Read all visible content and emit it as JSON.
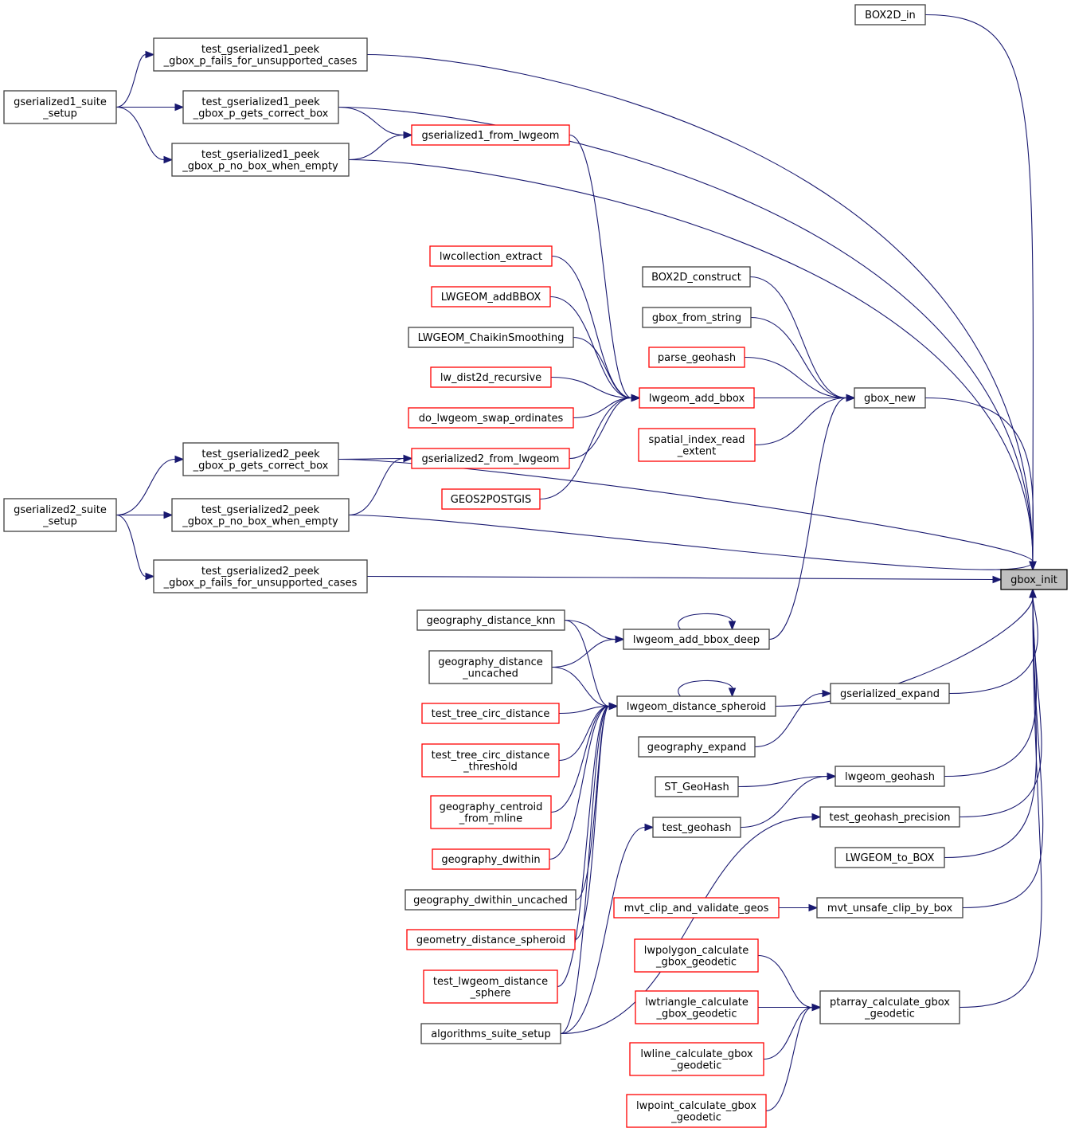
{
  "graph": {
    "title": "gbox_init call graph",
    "root": "gbox_init",
    "colors": {
      "edge": "#191970",
      "documented_border": "#404040",
      "undocumented_border": "#ff0000",
      "root_fill": "#bfbfbf"
    },
    "nodes": [
      {
        "id": "gbox_init",
        "label": [
          "gbox_init"
        ],
        "style": "root"
      },
      {
        "id": "BOX2D_in",
        "label": [
          "BOX2D_in"
        ],
        "style": "black"
      },
      {
        "id": "t1_fails",
        "label": [
          "test_gserialized1_peek",
          "_gbox_p_fails_for_unsupported_cases"
        ],
        "style": "black"
      },
      {
        "id": "gs1_setup",
        "label": [
          "gserialized1_suite",
          "_setup"
        ],
        "style": "black"
      },
      {
        "id": "t1_gets",
        "label": [
          "test_gserialized1_peek",
          "_gbox_p_gets_correct_box"
        ],
        "style": "black"
      },
      {
        "id": "t1_nobox",
        "label": [
          "test_gserialized1_peek",
          "_gbox_p_no_box_when_empty"
        ],
        "style": "black"
      },
      {
        "id": "gs1_from",
        "label": [
          "gserialized1_from_lwgeom"
        ],
        "style": "red"
      },
      {
        "id": "lwcoll_extract",
        "label": [
          "lwcollection_extract"
        ],
        "style": "red"
      },
      {
        "id": "LW_addBBOX",
        "label": [
          "LWGEOM_addBBOX"
        ],
        "style": "red"
      },
      {
        "id": "LW_chaikin",
        "label": [
          "LWGEOM_ChaikinSmoothing"
        ],
        "style": "black"
      },
      {
        "id": "lw_dist2d",
        "label": [
          "lw_dist2d_recursive"
        ],
        "style": "red"
      },
      {
        "id": "do_swap",
        "label": [
          "do_lwgeom_swap_ordinates"
        ],
        "style": "red"
      },
      {
        "id": "gs2_from",
        "label": [
          "gserialized2_from_lwgeom"
        ],
        "style": "red"
      },
      {
        "id": "GEOS2PG",
        "label": [
          "GEOS2POSTGIS"
        ],
        "style": "red"
      },
      {
        "id": "BOX2D_construct",
        "label": [
          "BOX2D_construct"
        ],
        "style": "black"
      },
      {
        "id": "gbox_from_string",
        "label": [
          "gbox_from_string"
        ],
        "style": "black"
      },
      {
        "id": "parse_geohash",
        "label": [
          "parse_geohash"
        ],
        "style": "red"
      },
      {
        "id": "lw_add_bbox",
        "label": [
          "lwgeom_add_bbox"
        ],
        "style": "red"
      },
      {
        "id": "sp_idx",
        "label": [
          "spatial_index_read",
          "_extent"
        ],
        "style": "red"
      },
      {
        "id": "gbox_new",
        "label": [
          "gbox_new"
        ],
        "style": "black"
      },
      {
        "id": "t2_gets",
        "label": [
          "test_gserialized2_peek",
          "_gbox_p_gets_correct_box"
        ],
        "style": "black"
      },
      {
        "id": "gs2_setup",
        "label": [
          "gserialized2_suite",
          "_setup"
        ],
        "style": "black"
      },
      {
        "id": "t2_nobox",
        "label": [
          "test_gserialized2_peek",
          "_gbox_p_no_box_when_empty"
        ],
        "style": "black"
      },
      {
        "id": "t2_fails",
        "label": [
          "test_gserialized2_peek",
          "_gbox_p_fails_for_unsupported_cases"
        ],
        "style": "black"
      },
      {
        "id": "geog_knn",
        "label": [
          "geography_distance_knn"
        ],
        "style": "black"
      },
      {
        "id": "lw_bbox_deep",
        "label": [
          "lwgeom_add_bbox_deep"
        ],
        "style": "black"
      },
      {
        "id": "geog_uncached",
        "label": [
          "geography_distance",
          "_uncached"
        ],
        "style": "black"
      },
      {
        "id": "lw_dist_sph",
        "label": [
          "lwgeom_distance_spheroid"
        ],
        "style": "black"
      },
      {
        "id": "tree_circ",
        "label": [
          "test_tree_circ_distance"
        ],
        "style": "red"
      },
      {
        "id": "tree_circ_thr",
        "label": [
          "test_tree_circ_distance",
          "_threshold"
        ],
        "style": "red"
      },
      {
        "id": "geog_centroid",
        "label": [
          "geography_centroid",
          "_from_mline"
        ],
        "style": "red"
      },
      {
        "id": "geog_dwithin",
        "label": [
          "geography_dwithin"
        ],
        "style": "red"
      },
      {
        "id": "geog_dwithin_unc",
        "label": [
          "geography_dwithin_uncached"
        ],
        "style": "black"
      },
      {
        "id": "geom_dist_sph",
        "label": [
          "geometry_distance_spheroid"
        ],
        "style": "red"
      },
      {
        "id": "t_lw_dist_sphere",
        "label": [
          "test_lwgeom_distance",
          "_sphere"
        ],
        "style": "red"
      },
      {
        "id": "alg_setup",
        "label": [
          "algorithms_suite_setup"
        ],
        "style": "black"
      },
      {
        "id": "gs_expand",
        "label": [
          "gserialized_expand"
        ],
        "style": "black"
      },
      {
        "id": "geog_expand",
        "label": [
          "geography_expand"
        ],
        "style": "black"
      },
      {
        "id": "ST_GeoHash",
        "label": [
          "ST_GeoHash"
        ],
        "style": "black"
      },
      {
        "id": "lw_geohash",
        "label": [
          "lwgeom_geohash"
        ],
        "style": "black"
      },
      {
        "id": "test_geohash",
        "label": [
          "test_geohash"
        ],
        "style": "black"
      },
      {
        "id": "t_geohash_prec",
        "label": [
          "test_geohash_precision"
        ],
        "style": "black"
      },
      {
        "id": "LW_to_BOX",
        "label": [
          "LWGEOM_to_BOX"
        ],
        "style": "black"
      },
      {
        "id": "mvt_clip_geos",
        "label": [
          "mvt_clip_and_validate_geos"
        ],
        "style": "red"
      },
      {
        "id": "mvt_unsafe",
        "label": [
          "mvt_unsafe_clip_by_box"
        ],
        "style": "black"
      },
      {
        "id": "lwpoly_gbox",
        "label": [
          "lwpolygon_calculate",
          "_gbox_geodetic"
        ],
        "style": "red"
      },
      {
        "id": "lwtri_gbox",
        "label": [
          "lwtriangle_calculate",
          "_gbox_geodetic"
        ],
        "style": "red"
      },
      {
        "id": "lwline_gbox",
        "label": [
          "lwline_calculate_gbox",
          "_geodetic"
        ],
        "style": "red"
      },
      {
        "id": "lwpoint_gbox",
        "label": [
          "lwpoint_calculate_gbox",
          "_geodetic"
        ],
        "style": "red"
      },
      {
        "id": "ptarray_gbox",
        "label": [
          "ptarray_calculate_gbox",
          "_geodetic"
        ],
        "style": "black"
      }
    ],
    "edges": [
      [
        "BOX2D_in",
        "gbox_init"
      ],
      [
        "t1_fails",
        "gbox_init"
      ],
      [
        "t1_gets",
        "gbox_init"
      ],
      [
        "t1_nobox",
        "gbox_init"
      ],
      [
        "t2_gets",
        "gbox_init"
      ],
      [
        "t2_nobox",
        "gbox_init"
      ],
      [
        "t2_fails",
        "gbox_init"
      ],
      [
        "gbox_new",
        "gbox_init"
      ],
      [
        "lw_dist_sph",
        "gbox_init"
      ],
      [
        "gs_expand",
        "gbox_init"
      ],
      [
        "lw_geohash",
        "gbox_init"
      ],
      [
        "t_geohash_prec",
        "gbox_init"
      ],
      [
        "LW_to_BOX",
        "gbox_init"
      ],
      [
        "mvt_unsafe",
        "gbox_init"
      ],
      [
        "ptarray_gbox",
        "gbox_init"
      ],
      [
        "gs1_setup",
        "t1_fails"
      ],
      [
        "gs1_setup",
        "t1_gets"
      ],
      [
        "gs1_setup",
        "t1_nobox"
      ],
      [
        "t1_gets",
        "gs1_from"
      ],
      [
        "t1_nobox",
        "gs1_from"
      ],
      [
        "gs1_from",
        "lw_add_bbox"
      ],
      [
        "lwcoll_extract",
        "lw_add_bbox"
      ],
      [
        "LW_addBBOX",
        "lw_add_bbox"
      ],
      [
        "LW_chaikin",
        "lw_add_bbox"
      ],
      [
        "lw_dist2d",
        "lw_add_bbox"
      ],
      [
        "do_swap",
        "lw_add_bbox"
      ],
      [
        "gs2_from",
        "lw_add_bbox"
      ],
      [
        "GEOS2PG",
        "lw_add_bbox"
      ],
      [
        "BOX2D_construct",
        "gbox_new"
      ],
      [
        "gbox_from_string",
        "gbox_new"
      ],
      [
        "parse_geohash",
        "gbox_new"
      ],
      [
        "lw_add_bbox",
        "gbox_new"
      ],
      [
        "sp_idx",
        "gbox_new"
      ],
      [
        "lw_bbox_deep",
        "gbox_new"
      ],
      [
        "lw_bbox_deep",
        "lw_bbox_deep"
      ],
      [
        "gs2_setup",
        "t2_gets"
      ],
      [
        "gs2_setup",
        "t2_nobox"
      ],
      [
        "gs2_setup",
        "t2_fails"
      ],
      [
        "t2_gets",
        "gs2_from"
      ],
      [
        "t2_nobox",
        "gs2_from"
      ],
      [
        "geog_knn",
        "lw_bbox_deep"
      ],
      [
        "geog_uncached",
        "lw_bbox_deep"
      ],
      [
        "geog_knn",
        "lw_dist_sph"
      ],
      [
        "geog_uncached",
        "lw_dist_sph"
      ],
      [
        "tree_circ",
        "lw_dist_sph"
      ],
      [
        "tree_circ_thr",
        "lw_dist_sph"
      ],
      [
        "geog_centroid",
        "lw_dist_sph"
      ],
      [
        "geog_dwithin",
        "lw_dist_sph"
      ],
      [
        "geog_dwithin_unc",
        "lw_dist_sph"
      ],
      [
        "geom_dist_sph",
        "lw_dist_sph"
      ],
      [
        "t_lw_dist_sphere",
        "lw_dist_sph"
      ],
      [
        "alg_setup",
        "lw_dist_sph"
      ],
      [
        "lw_dist_sph",
        "lw_dist_sph"
      ],
      [
        "geog_expand",
        "gs_expand"
      ],
      [
        "ST_GeoHash",
        "lw_geohash"
      ],
      [
        "test_geohash",
        "lw_geohash"
      ],
      [
        "alg_setup",
        "test_geohash"
      ],
      [
        "alg_setup",
        "t_geohash_prec"
      ],
      [
        "mvt_clip_geos",
        "mvt_unsafe"
      ],
      [
        "lwpoly_gbox",
        "ptarray_gbox"
      ],
      [
        "lwtri_gbox",
        "ptarray_gbox"
      ],
      [
        "lwline_gbox",
        "ptarray_gbox"
      ],
      [
        "lwpoint_gbox",
        "ptarray_gbox"
      ]
    ]
  }
}
